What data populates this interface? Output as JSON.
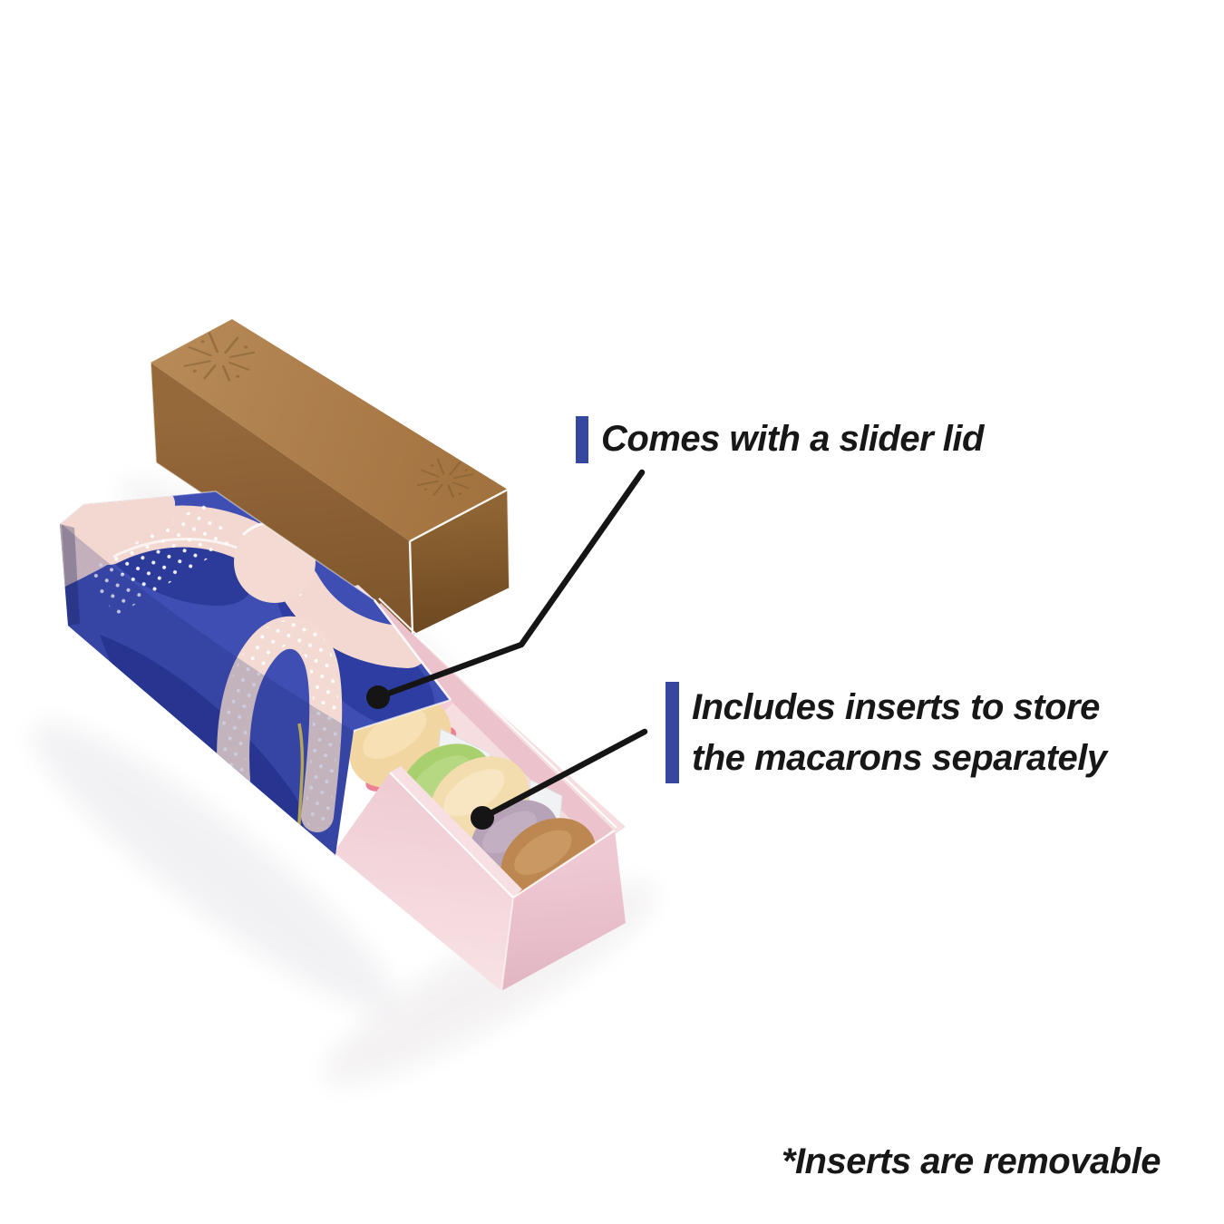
{
  "canvas": {
    "background": "#ffffff"
  },
  "annotations": {
    "slider_lid": {
      "label": "Comes with a slider lid",
      "accent_color": "#35479e"
    },
    "inserts": {
      "line1": "Includes inserts to store",
      "line2": "the macarons separately",
      "accent_color": "#35479e"
    },
    "footnote": {
      "label": "*Inserts are removable"
    }
  },
  "scene": {
    "items": [
      "kraft-slider-lid-box",
      "blue-patterned-sleeve",
      "pink-drawer-tray",
      "macarons",
      "white-divider-inserts"
    ],
    "macarons": [
      "strawberry-pink",
      "pistachio-green",
      "vanilla-cream",
      "lavender",
      "caramel"
    ],
    "colors": {
      "kraft": "#a97c49",
      "sleeve_blue": "#3e4eb2",
      "sleeve_dark_blue": "#2c3a9a",
      "pattern_cream": "#f2d8d1",
      "pattern_yellow": "#e8d14e",
      "drawer_pink": "#f2d2d8",
      "insert_white": "#f1f2f4",
      "callout_line": "#151515"
    }
  }
}
